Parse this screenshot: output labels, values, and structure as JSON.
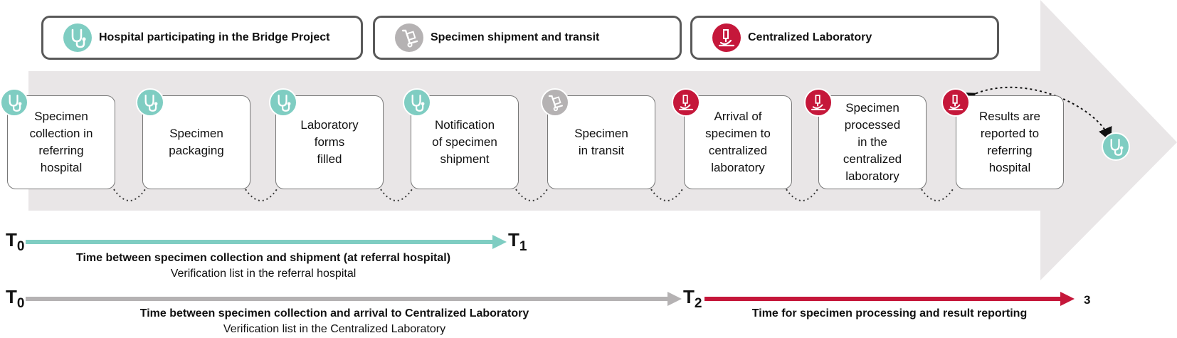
{
  "legend": [
    {
      "label": "Hospital participating in the Bridge Project",
      "icon": "stethoscope-icon",
      "color": "#7fcdc2"
    },
    {
      "label": "Specimen shipment and transit",
      "icon": "hand-truck-icon",
      "color": "#b5b2b3"
    },
    {
      "label": "Centralized Laboratory",
      "icon": "microscope-icon",
      "color": "#c5173a"
    }
  ],
  "steps": [
    {
      "label": "Specimen\ncollection in\nreferring\nhospital",
      "icon": "stethoscope-icon",
      "category": "hospital"
    },
    {
      "label": "Specimen\npackaging",
      "icon": "stethoscope-icon",
      "category": "hospital"
    },
    {
      "label": "Laboratory\nforms\nfilled",
      "icon": "stethoscope-icon",
      "category": "hospital"
    },
    {
      "label": "Notification\nof specimen\nshipment",
      "icon": "stethoscope-icon",
      "category": "hospital"
    },
    {
      "label": "Specimen\nin transit",
      "icon": "hand-truck-icon",
      "category": "transit"
    },
    {
      "label": "Arrival of\nspecimen to\ncentralized\nlaboratory",
      "icon": "microscope-icon",
      "category": "laboratory"
    },
    {
      "label": "Specimen\nprocessed\nin the\ncentralized\nlaboratory",
      "icon": "microscope-icon",
      "category": "laboratory"
    },
    {
      "label": "Results are\nreported to\nreferring\nhospital",
      "icon": "microscope-icon",
      "category": "laboratory"
    }
  ],
  "return_icon": "stethoscope-icon",
  "timelines": [
    {
      "from": "T",
      "from_sub": "0",
      "to": "T",
      "to_sub": "1",
      "color": "#7fcdc2",
      "title": "Time between specimen collection and shipment (at referral hospital)",
      "subtitle": "Verification list in the referral hospital"
    },
    {
      "from": "T",
      "from_sub": "0",
      "to": "T",
      "to_sub": "2",
      "color": "#b5b2b3",
      "title": "Time between specimen collection and arrival to Centralized Laboratory",
      "subtitle": "Verification list in the Centralized Laboratory"
    },
    {
      "from": "",
      "from_sub": "",
      "to": "3",
      "to_sub": "",
      "color": "#c5173a",
      "title": "Time for specimen processing and result reporting",
      "subtitle": ""
    }
  ],
  "colors": {
    "background_arrow": "#e9e6e7",
    "hospital": "#7fcdc2",
    "transit": "#b5b2b3",
    "laboratory": "#c5173a"
  }
}
